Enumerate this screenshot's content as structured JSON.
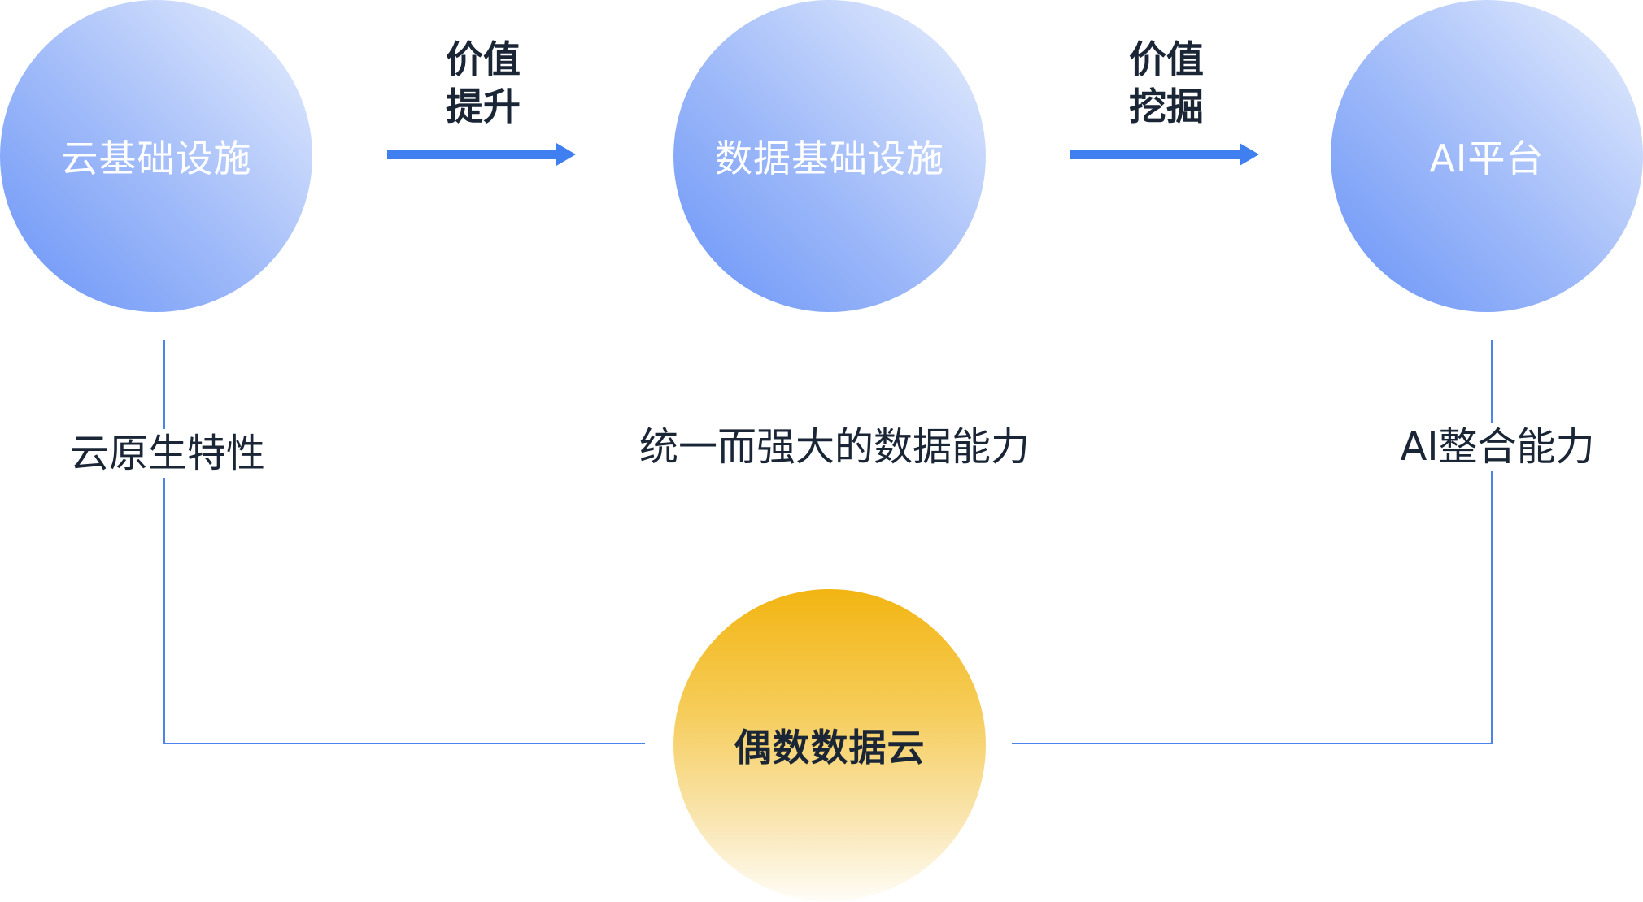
{
  "nodes": {
    "cloud_infra": "云基础设施",
    "data_infra": "数据基础设施",
    "ai_platform": "AI平台",
    "ouchu": "偶数数据云"
  },
  "arrows": {
    "first": {
      "line1": "价值",
      "line2": "提升"
    },
    "second": {
      "line1": "价值",
      "line2": "挖掘"
    }
  },
  "features": {
    "cloud_native": "云原生特性",
    "unified_data": "统一而强大的数据能力",
    "ai_integration": "AI整合能力"
  },
  "colors": {
    "blue_circle_dark": "#6993f7",
    "blue_circle_light": "#e9f0fe",
    "gold_circle_dark": "#f2b512",
    "gold_circle_light": "#fffdf7",
    "arrow": "#3f7ff0",
    "connector": "#4d82ec",
    "text_dark": "#1a2636"
  }
}
